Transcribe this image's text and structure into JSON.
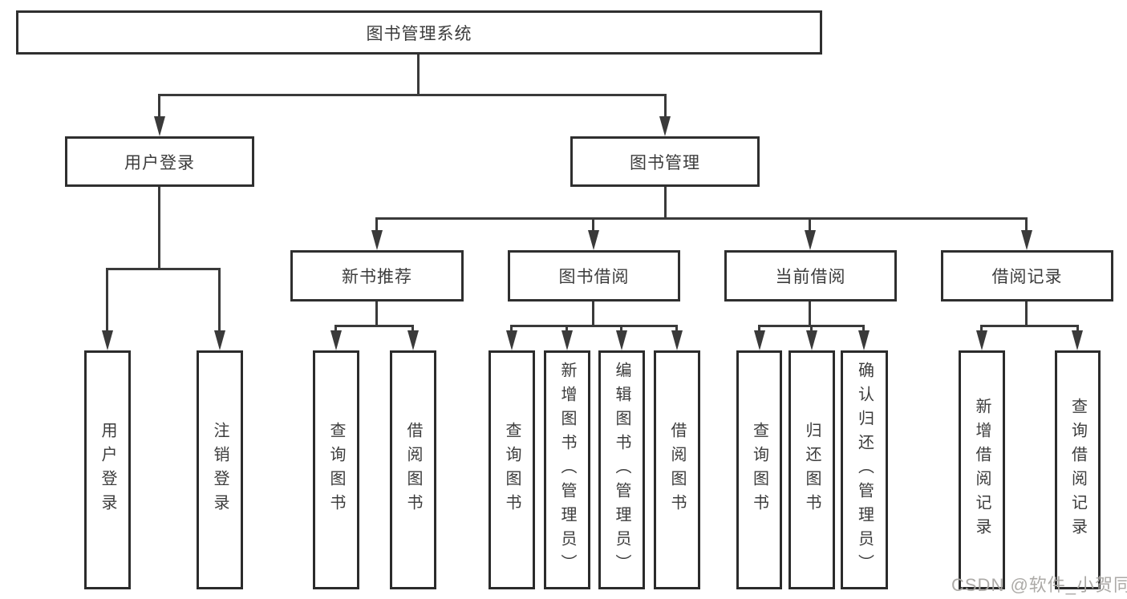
{
  "title": "图书管理系统",
  "watermark": "CSDN @软件_小贺同学",
  "colors": {
    "line": "#3a3a3a",
    "box_border": "#2b2b2b",
    "text": "#3c3c3c",
    "watermark": "#a8a5a2",
    "background": "#ffffff"
  },
  "nodes": {
    "root": "图书管理系统",
    "user_login": "用户登录",
    "book_mgmt": "图书管理",
    "new_book_rec": "新书推荐",
    "book_borrow": "图书借阅",
    "current_borrow": "当前借阅",
    "borrow_records": "借阅记录",
    "ul_login": "用户登录",
    "ul_logout": "注销登录",
    "nb_query": "查询图书",
    "nb_borrow": "借阅图书",
    "bb_query": "查询图书",
    "bb_add": "新增图书（管理员）",
    "bb_edit": "编辑图书（管理员）",
    "bb_borrow": "借阅图书",
    "cb_query": "查询图书",
    "cb_return": "归还图书",
    "cb_confirm": "确认归还（管理员）",
    "br_add": "新增借阅记录",
    "br_query": "查询借阅记录"
  },
  "structure": {
    "root": "图书管理系统",
    "children": [
      {
        "label": "用户登录",
        "children": [
          "用户登录",
          "注销登录"
        ]
      },
      {
        "label": "图书管理",
        "children": [
          {
            "label": "新书推荐",
            "children": [
              "查询图书",
              "借阅图书"
            ]
          },
          {
            "label": "图书借阅",
            "children": [
              "查询图书",
              "新增图书（管理员）",
              "编辑图书（管理员）",
              "借阅图书"
            ]
          },
          {
            "label": "当前借阅",
            "children": [
              "查询图书",
              "归还图书",
              "确认归还（管理员）"
            ]
          },
          {
            "label": "借阅记录",
            "children": [
              "新增借阅记录",
              "查询借阅记录"
            ]
          }
        ]
      }
    ]
  }
}
